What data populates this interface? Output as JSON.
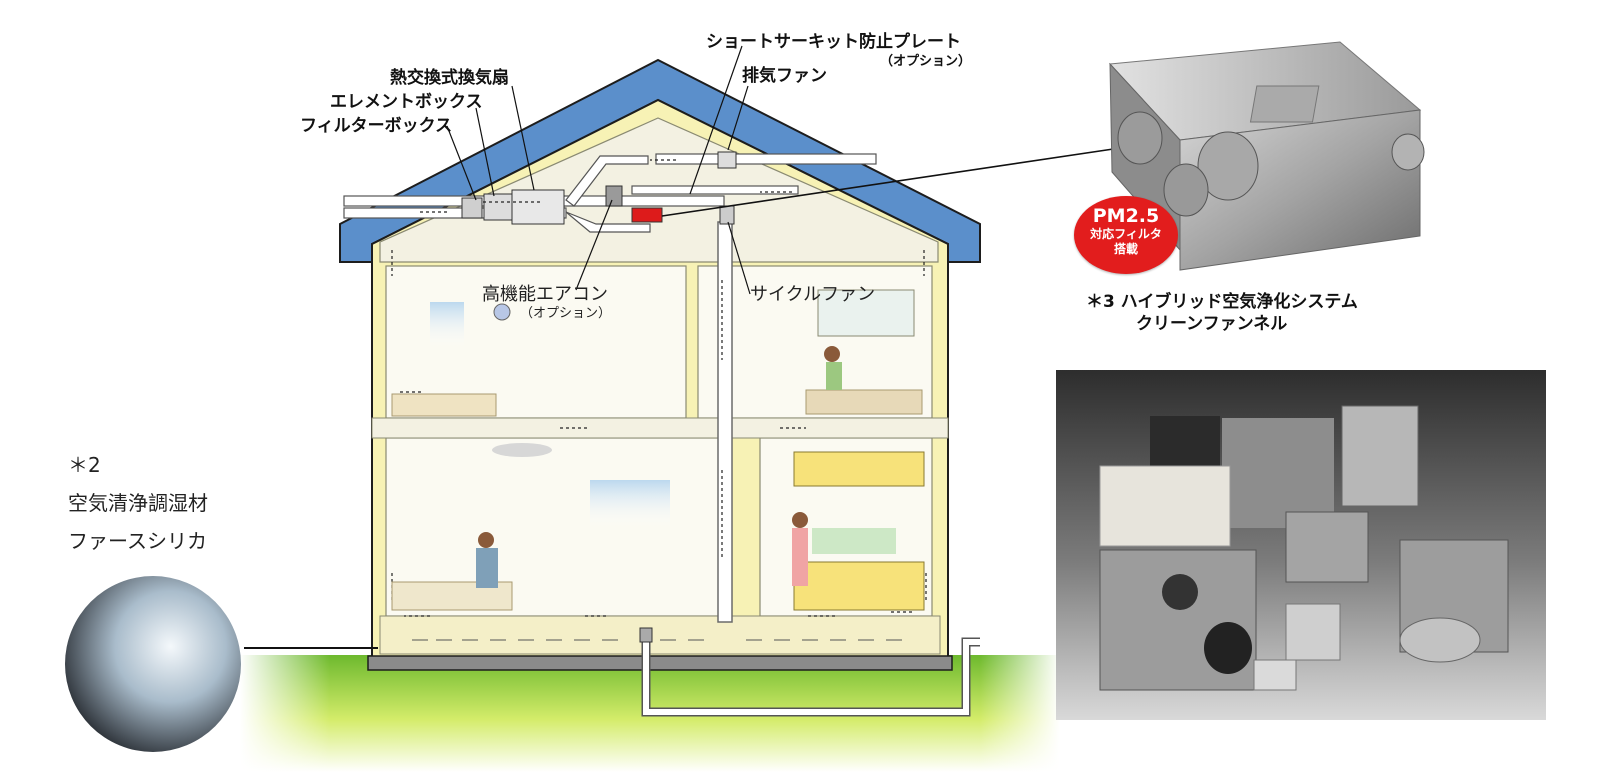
{
  "labels": {
    "short_circuit_plate": "ショートサーキット防止プレート",
    "short_circuit_option": "（オプション）",
    "exhaust_fan": "排気ファン",
    "heat_exchange_fan": "熱交換式換気扇",
    "element_box": "エレメントボックス",
    "filter_box": "フィルターボックス",
    "aircon": "高機能エアコン",
    "aircon_option": "（オプション）",
    "cycle_fan": "サイクルファン"
  },
  "silica": {
    "note": "＊2",
    "line1": "空気清浄調湿材",
    "line2": "ファースシリカ"
  },
  "product": {
    "badge_line1": "PM2.5",
    "badge_line2": "対応フィルタ",
    "badge_line3": "搭載",
    "caption_line1": "＊3  ハイブリッド空気浄化システム",
    "caption_line2": "クリーンファンネル"
  },
  "colors": {
    "roof": "#5b8fcb",
    "insulation": "#f7f2b5",
    "interior": "#fbf9ee",
    "ground_green": "#7ac43a",
    "red_unit": "#dd1b1b"
  }
}
